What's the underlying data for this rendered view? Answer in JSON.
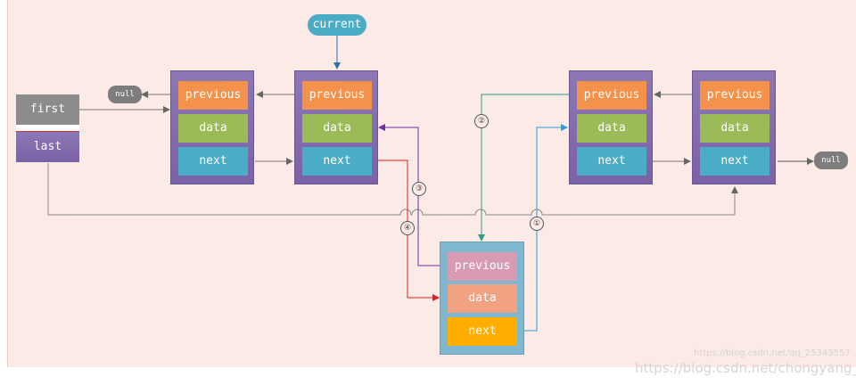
{
  "list": {
    "first": "first",
    "last": "last"
  },
  "current_label": "current",
  "null_label": "null",
  "fields": {
    "previous": "previous",
    "data": "data",
    "next": "next"
  },
  "steps": [
    "①",
    "②",
    "③",
    "④"
  ],
  "watermarks": [
    "https://blog.csdn.net/qq_25343557",
    "https://blog.csdn.net/chongyang_"
  ],
  "colors": {
    "previous": "#f4914a",
    "data": "#9bbb59",
    "next": "#4bacc6",
    "node_bg": "#7a62a6",
    "new_node_bg": "#7fb7d0",
    "new_previous": "#d99bb3",
    "new_data": "#f0a283",
    "new_next": "#ffad00",
    "arrow_step1": "#2a9fd6",
    "arrow_step2": "#2e9e85",
    "arrow_step3": "#7030a0",
    "arrow_step4": "#e02020"
  }
}
